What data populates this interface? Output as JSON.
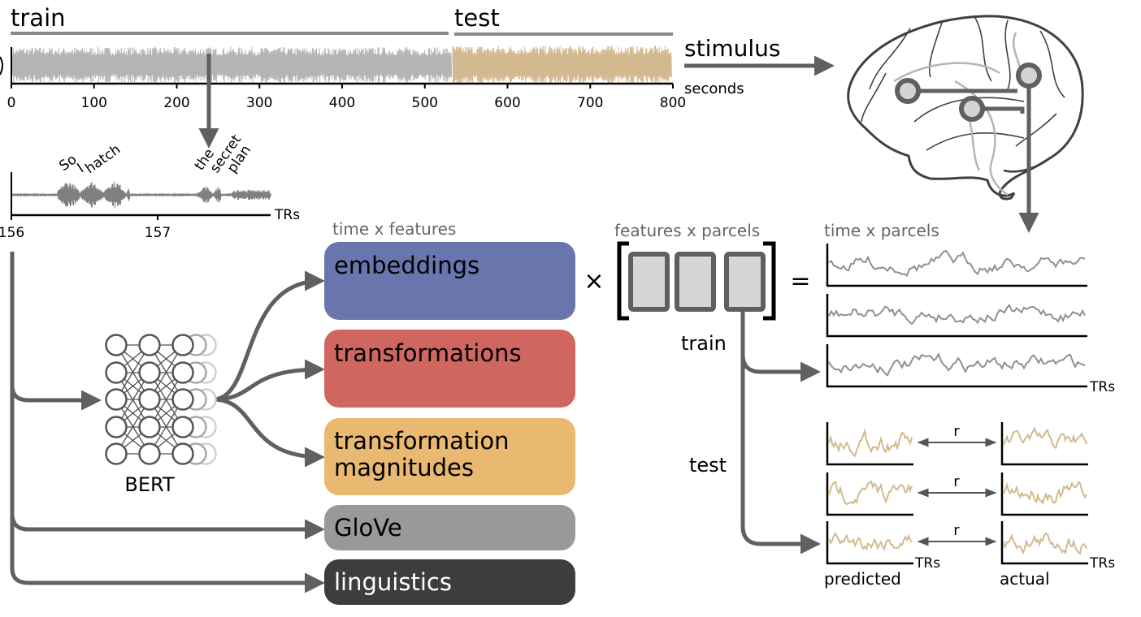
{
  "timeline": {
    "train_label": "train",
    "test_label": "test",
    "ticks": [
      "0",
      "100",
      "200",
      "300",
      "400",
      "500",
      "600",
      "700",
      "800"
    ],
    "unit_label": "seconds",
    "stimulus_label": "stimulus",
    "train_color": "#b4b4b4",
    "test_color": "#d3b98f"
  },
  "audio_zoom": {
    "words": [
      "So",
      "I",
      "hatch",
      "the",
      "secret",
      "plan"
    ],
    "ticks": [
      "156",
      "157"
    ],
    "axis_label": "TRs"
  },
  "model": {
    "name": "BERT"
  },
  "features": {
    "header": "time x features",
    "boxes": [
      {
        "lines": [
          "embeddings"
        ],
        "color": "#6876ad",
        "text_color": "#000000"
      },
      {
        "lines": [
          "transformations"
        ],
        "color": "#cf6760",
        "text_color": "#000000"
      },
      {
        "lines": [
          "transformation",
          "magnitudes"
        ],
        "color": "#e9b871",
        "text_color": "#000000"
      },
      {
        "lines": [
          "GloVe"
        ],
        "color": "#999999",
        "text_color": "#000000"
      },
      {
        "lines": [
          "linguistics"
        ],
        "color": "#3d3d3d",
        "text_color": "#ffffff"
      }
    ]
  },
  "weights": {
    "header": "features x parcels",
    "times_symbol": "×",
    "equals_symbol": "="
  },
  "parcels": {
    "header": "time x parcels",
    "axis_label": "TRs"
  },
  "evaluation": {
    "train_label": "train",
    "test_label": "test",
    "correlation_label": "r",
    "predicted_label": "predicted",
    "actual_label": "actual",
    "axis_label": "TRs"
  }
}
